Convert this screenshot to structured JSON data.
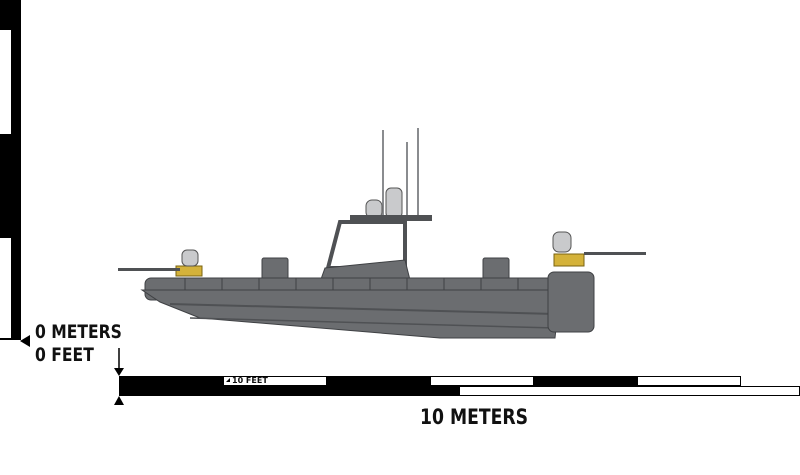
{
  "scale": {
    "zero_meters_label": "0 METERS",
    "zero_feet_label": "0 FEET",
    "ten_meters_label": "10 METERS",
    "ten_feet_label": "10 FEET"
  },
  "colors": {
    "hull": "#6b6d70",
    "hull_dark": "#4f5154",
    "hull_light": "#8a8c8f",
    "gun_mount": "#d4b23a",
    "bar_black": "#000000",
    "bar_white": "#ffffff"
  },
  "figure": {
    "subject": "boat-side-profile",
    "icons": [
      "boat-illustration",
      "machine-gun-icon",
      "radar-icon",
      "arrow-down-icon"
    ]
  }
}
